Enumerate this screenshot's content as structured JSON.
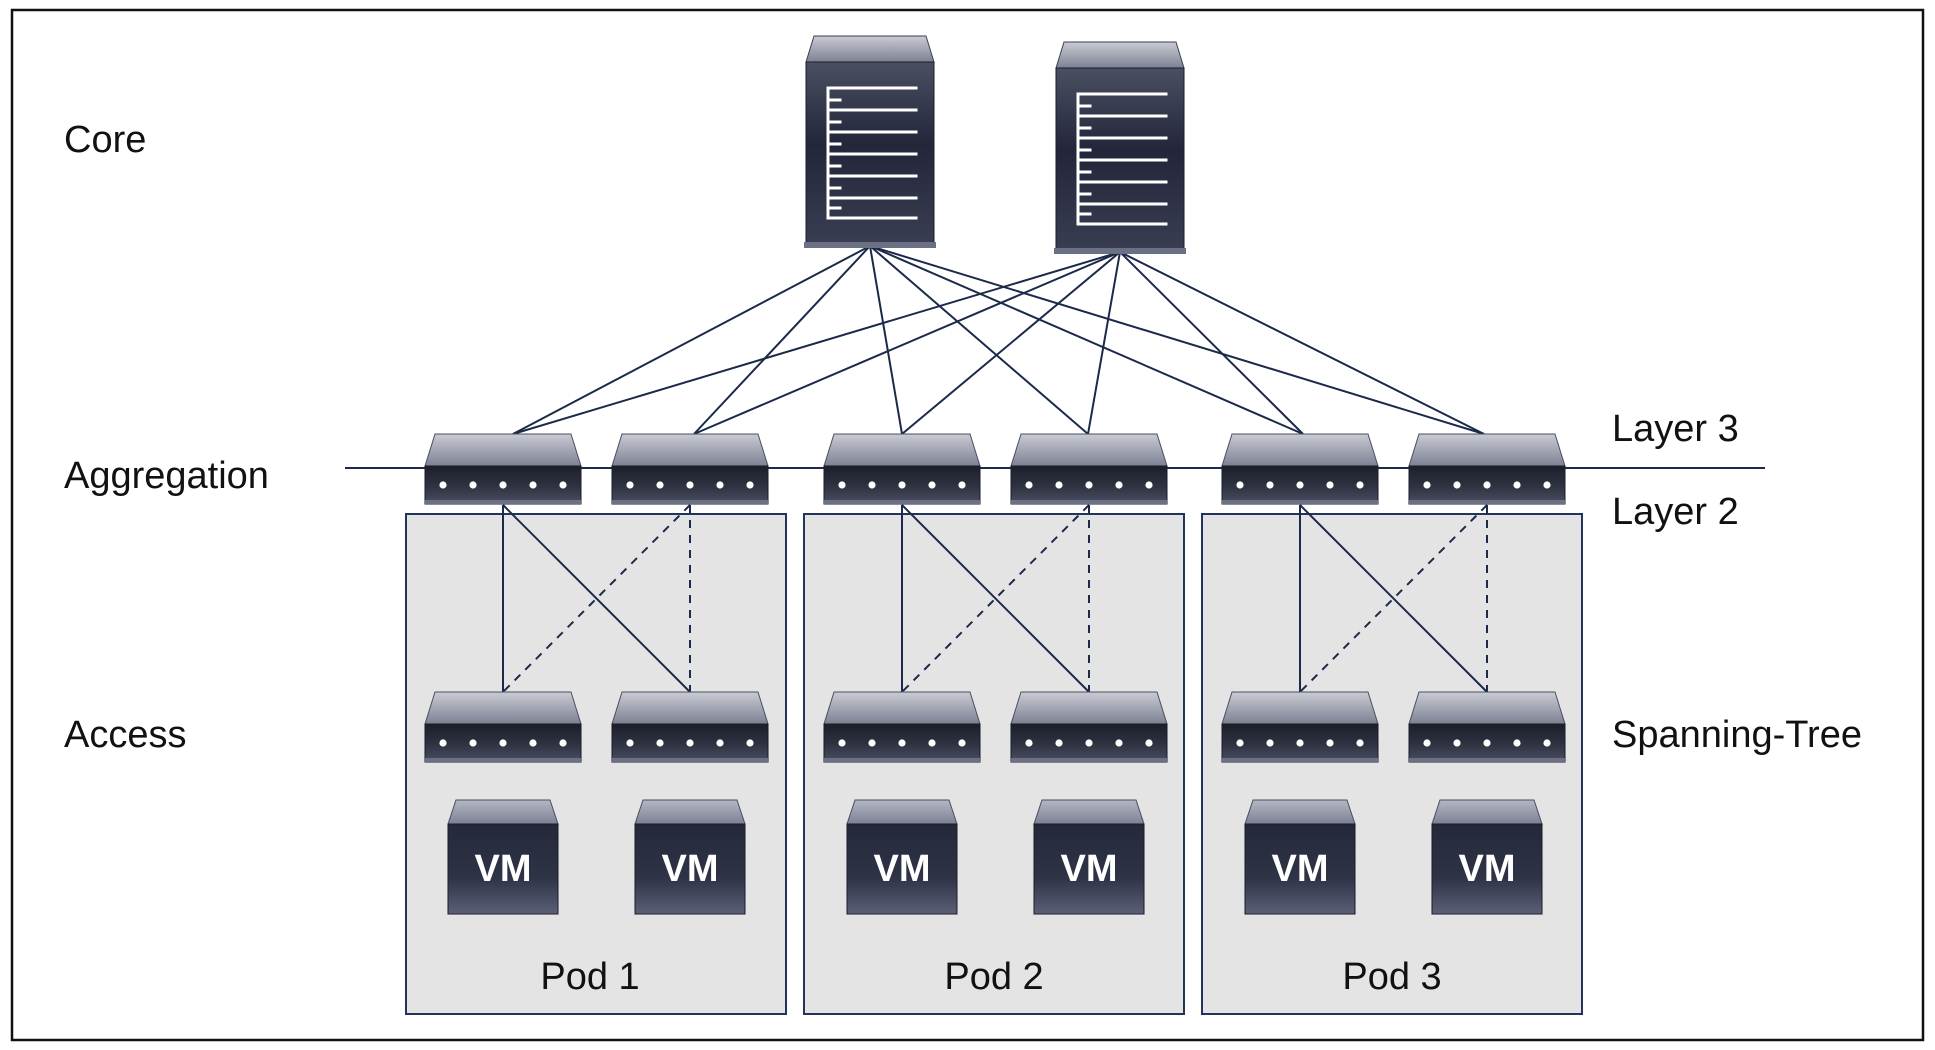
{
  "tiers": {
    "core": "Core",
    "aggregation": "Aggregation",
    "access": "Access"
  },
  "boundary": {
    "layer3": "Layer 3",
    "layer2": "Layer 2",
    "protocol": "Spanning-Tree"
  },
  "pods": [
    {
      "label": "Pod 1",
      "vms": [
        "VM",
        "VM"
      ]
    },
    {
      "label": "Pod 2",
      "vms": [
        "VM",
        "VM"
      ]
    },
    {
      "label": "Pod 3",
      "vms": [
        "VM",
        "VM"
      ]
    }
  ],
  "colors": {
    "border": "#111111",
    "link": "#1c2a4a",
    "pod_fill": "#e4e4e4",
    "pod_border": "#23345a",
    "device_dark": "#262a36",
    "device_light": "#a6a9b6",
    "device_text": "#ffffff"
  },
  "icons": {
    "core": "core-switch-icon",
    "aggregation": "aggregation-switch-icon",
    "access": "access-switch-icon",
    "vm": "virtual-machine-icon"
  }
}
